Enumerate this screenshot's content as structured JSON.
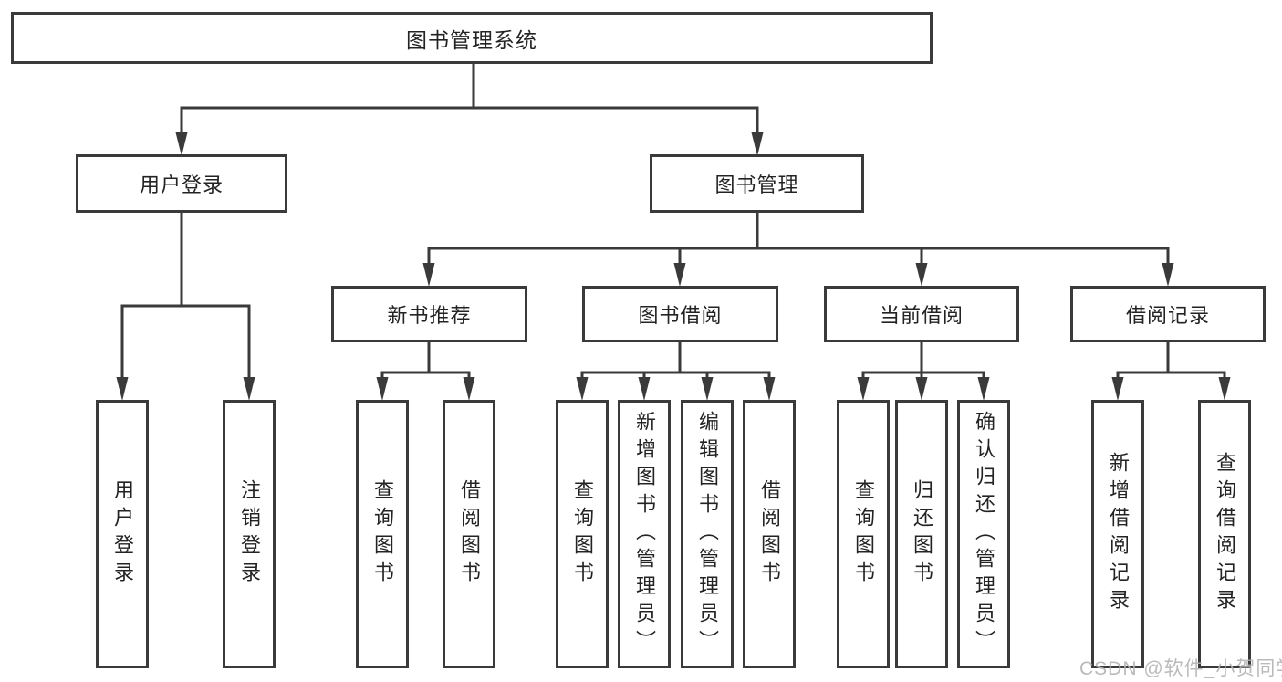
{
  "tree": {
    "label": "图书管理系统",
    "children": [
      {
        "label": "用户登录",
        "children": [
          {
            "label": "用户登录"
          },
          {
            "label": "注销登录"
          }
        ]
      },
      {
        "label": "图书管理",
        "children": [
          {
            "label": "新书推荐",
            "children": [
              {
                "label": "查询图书"
              },
              {
                "label": "借阅图书"
              }
            ]
          },
          {
            "label": "图书借阅",
            "children": [
              {
                "label": "查询图书"
              },
              {
                "label": "新增图书（管理员）"
              },
              {
                "label": "编辑图书（管理员）"
              },
              {
                "label": "借阅图书"
              }
            ]
          },
          {
            "label": "当前借阅",
            "children": [
              {
                "label": "查询图书"
              },
              {
                "label": "归还图书"
              },
              {
                "label": "确认归还（管理员）"
              }
            ]
          },
          {
            "label": "借阅记录",
            "children": [
              {
                "label": "新增借阅记录"
              },
              {
                "label": "查询借阅记录"
              }
            ]
          }
        ]
      }
    ]
  },
  "watermark": {
    "text": "CSDN @软件_小贺同学"
  },
  "colors": {
    "line": "#3a3a3a",
    "box_border": "#3a3a3a",
    "text": "#232323",
    "watermark": "#b3b3b3",
    "background": "#ffffff"
  }
}
